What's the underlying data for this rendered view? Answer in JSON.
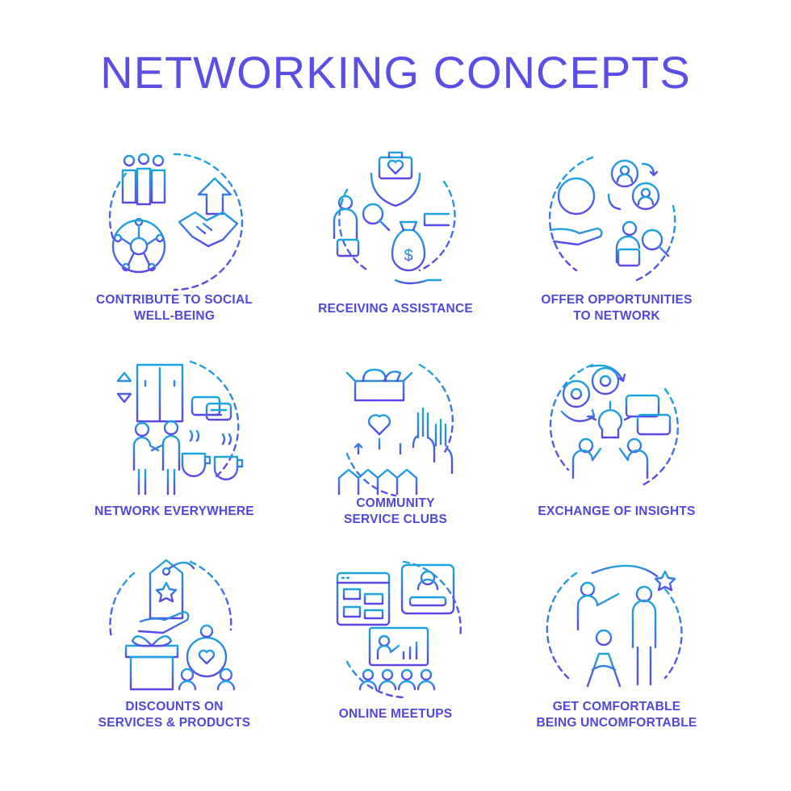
{
  "title": "NETWORKING CONCEPTS",
  "colors": {
    "title": "#5a4ee6",
    "caption": "#4f48d9",
    "gradient_top": "#1ba6df",
    "gradient_bottom": "#5b47e8"
  },
  "concepts": [
    {
      "label": "CONTRIBUTE TO SOCIAL\nWELL-BEING",
      "icon": "social-network-icon"
    },
    {
      "label": "RECEIVING ASSISTANCE",
      "icon": "assistance-icon"
    },
    {
      "label": "OFFER OPPORTUNITIES\nTO NETWORK",
      "icon": "opportunities-icon"
    },
    {
      "label": "NETWORK EVERYWHERE",
      "icon": "elevator-chat-icon"
    },
    {
      "label": "COMMUNITY\nSERVICE CLUBS",
      "icon": "donation-box-icon"
    },
    {
      "label": "EXCHANGE OF INSIGHTS",
      "icon": "insights-icon"
    },
    {
      "label": "DISCOUNTS ON\nSERVICES & PRODUCTS",
      "icon": "gift-discount-icon"
    },
    {
      "label": "ONLINE MEETUPS",
      "icon": "online-meetup-icon"
    },
    {
      "label": "GET COMFORTABLE\nBEING UNCOMFORTABLE",
      "icon": "comfort-zone-icon"
    }
  ]
}
